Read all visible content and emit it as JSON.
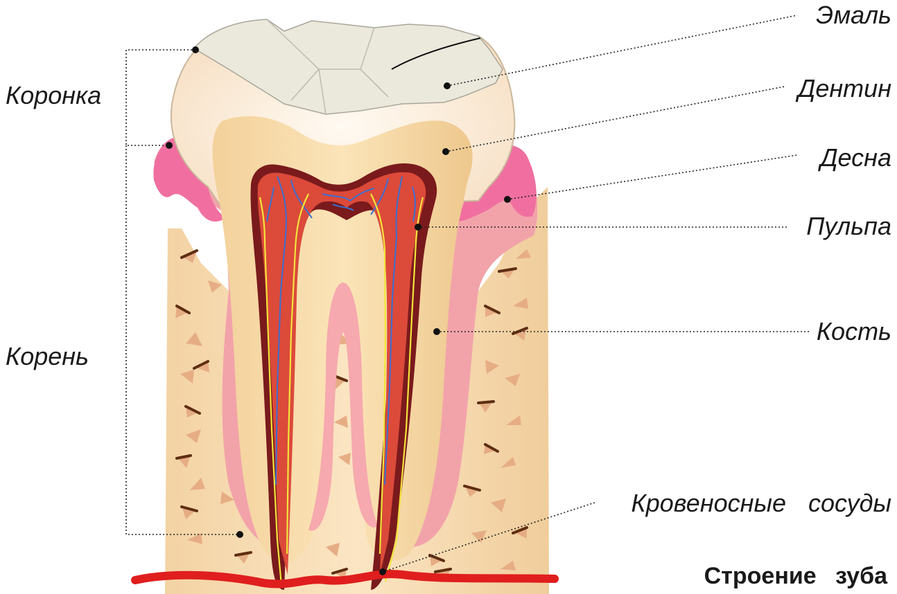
{
  "title": "Строение зуба",
  "labels": {
    "enamel": "Эмаль",
    "dentin": "Дентин",
    "gum": "Десна",
    "pulp": "Пульпа",
    "bone": "Кость",
    "vessels": "Кровеносные сосуды",
    "crown": "Коронка",
    "root": "Корень"
  },
  "colors": {
    "enamel": "#eceade",
    "crown": "#fbe6cf",
    "dentin": "#f6d9a4",
    "pulp": "#d9483a",
    "canal": "#7a1c1c",
    "gum": "#f2a0a6",
    "gum_edge": "#ec5a8a",
    "bone": "#f8ddb3",
    "bone_spot": "#e8ad86",
    "vessel": "#e01e1e",
    "nerve": "#f2e53a",
    "vein": "#3b6fd0"
  }
}
